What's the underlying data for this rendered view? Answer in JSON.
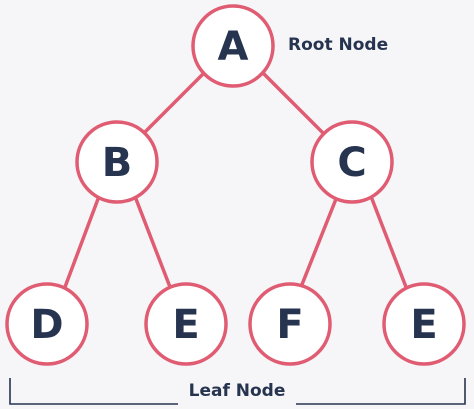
{
  "colors": {
    "background": "#f6f6f8",
    "node_stroke": "#e05c72",
    "node_fill": "#ffffff",
    "text": "#263450"
  },
  "tree": {
    "root": {
      "label": "A",
      "children": [
        {
          "label": "B",
          "children": [
            {
              "label": "D"
            },
            {
              "label": "E"
            }
          ]
        },
        {
          "label": "C",
          "children": [
            {
              "label": "F"
            },
            {
              "label": "E"
            }
          ]
        }
      ]
    }
  },
  "annotations": {
    "root_label": "Root Node",
    "leaf_label": "Leaf Node"
  }
}
